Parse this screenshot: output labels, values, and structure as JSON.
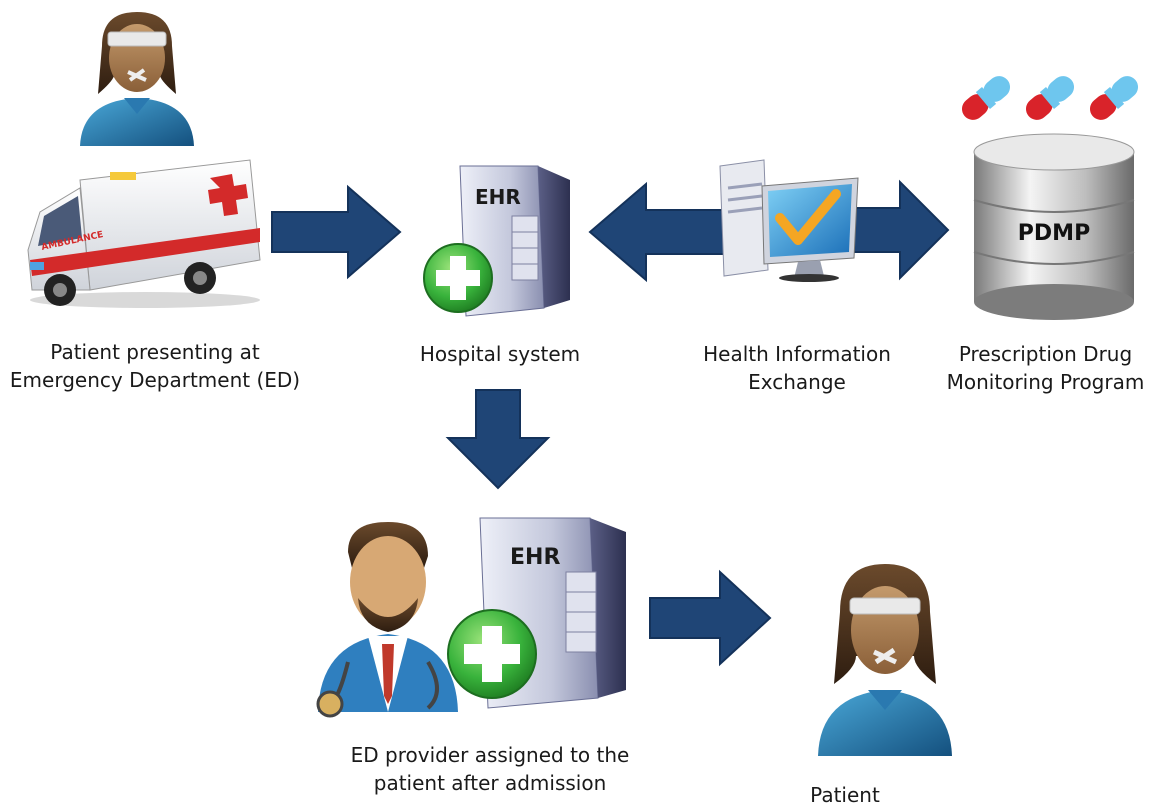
{
  "nodes": {
    "patient_ed": {
      "label_lines": [
        "Patient presenting at",
        "Emergency Department (ED)"
      ]
    },
    "hospital": {
      "label_lines": [
        "Hospital system"
      ],
      "server_tag": "EHR"
    },
    "hie": {
      "label_lines": [
        "Health Information",
        "Exchange"
      ]
    },
    "pdmp": {
      "label_lines": [
        "Prescription Drug",
        "Monitoring Program"
      ],
      "db_tag": "PDMP"
    },
    "ed_provider": {
      "label_lines": [
        "ED provider assigned to the",
        "patient after admission"
      ],
      "server_tag": "EHR"
    },
    "patient": {
      "label_lines": [
        "Patient"
      ]
    },
    "ambulance": {
      "text": "AMBULANCE"
    }
  },
  "colors": {
    "arrow": "#1f4576",
    "arrow_edge": "#14325a",
    "plus_green": "#39b33c",
    "pill_red": "#d9232a",
    "pill_blue": "#6ec6ee"
  },
  "connections": [
    {
      "from": "patient_ed",
      "to": "hospital",
      "direction": "right"
    },
    {
      "from": "hie",
      "to": "hospital",
      "direction": "left"
    },
    {
      "from": "hie",
      "to": "pdmp",
      "direction": "right"
    },
    {
      "from": "hospital",
      "to": "ed_provider",
      "direction": "down"
    },
    {
      "from": "ed_provider",
      "to": "patient",
      "direction": "right"
    }
  ]
}
